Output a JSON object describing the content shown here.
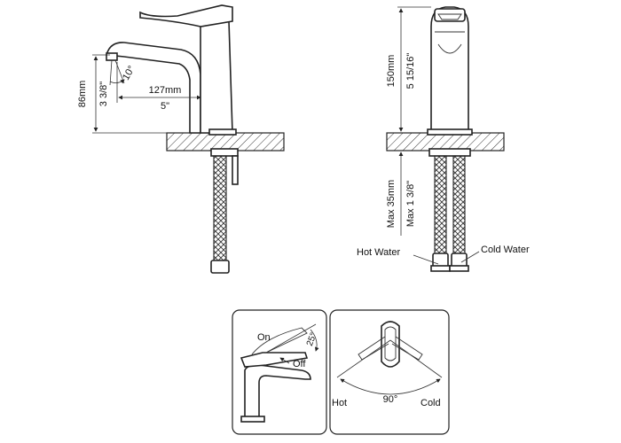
{
  "side_view": {
    "spout_height_mm": "86mm",
    "spout_height_in": "3 3/8\"",
    "spout_reach_mm": "127mm",
    "spout_reach_in": "5\"",
    "spout_angle": "10°"
  },
  "front_view": {
    "height_mm": "150mm",
    "height_in": "5 15/16\"",
    "max_thickness_mm": "Max 35mm",
    "max_thickness_in": "Max 1 3/8\"",
    "hot_water_label": "Hot Water",
    "cold_water_label": "Cold Water"
  },
  "operation_left": {
    "on_label": "On",
    "off_label": "Off",
    "lever_angle": "25°"
  },
  "operation_right": {
    "hot_label": "Hot",
    "cold_label": "Cold",
    "rotation_angle": "90°"
  },
  "colors": {
    "line": "#222222",
    "background": "#ffffff"
  }
}
